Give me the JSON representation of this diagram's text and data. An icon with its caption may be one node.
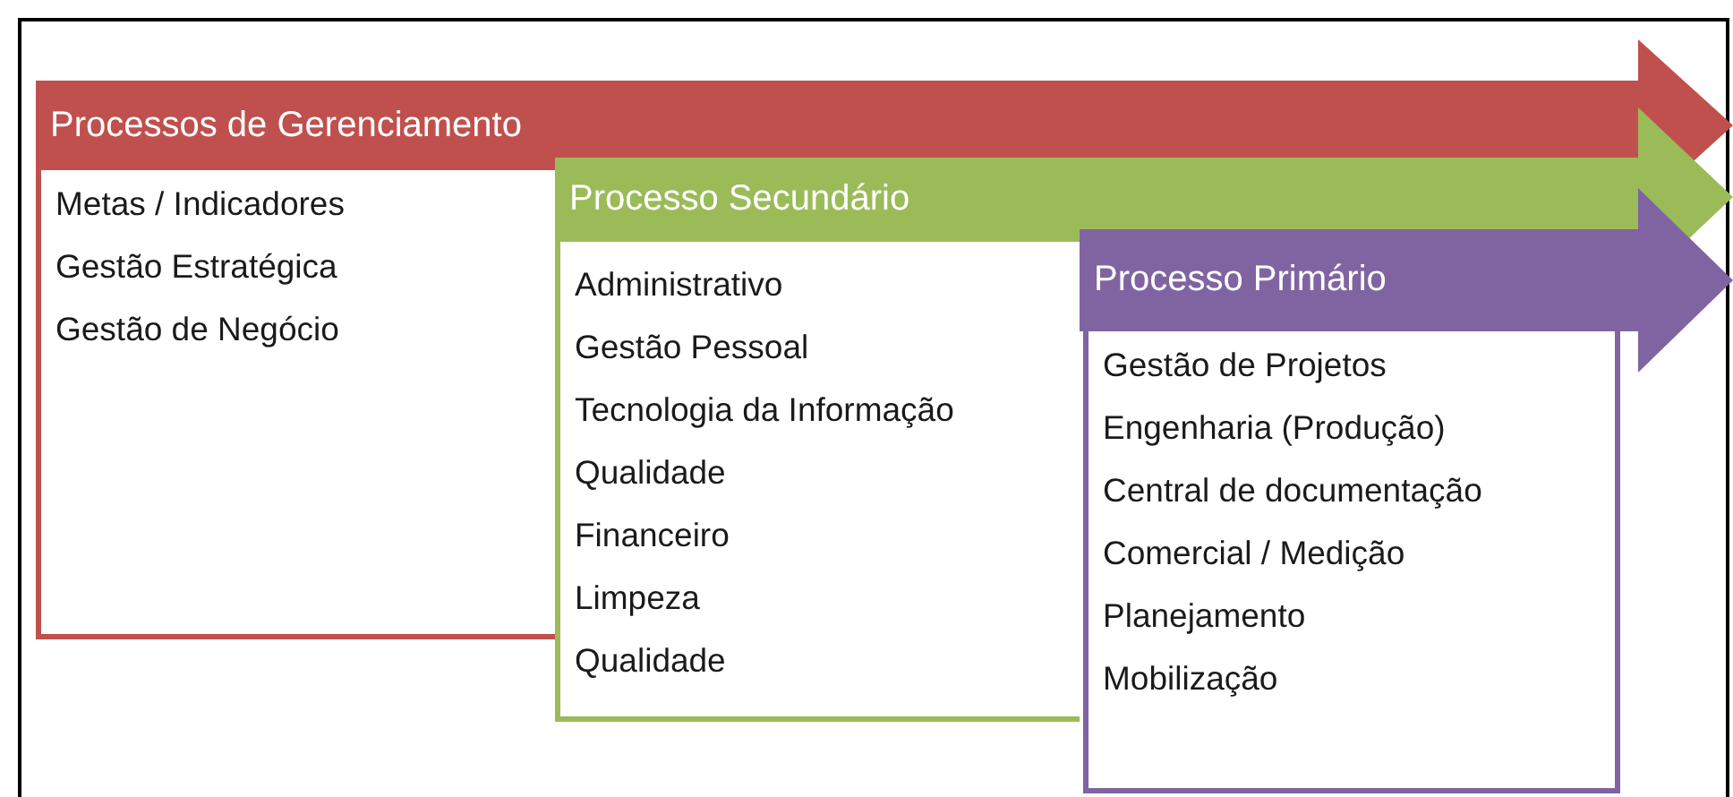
{
  "diagram": {
    "nodes": [
      {
        "text": [
          "Processos de Gerenciamento"
        ]
      },
      {
        "text": [
          "Metas / Indicadores",
          "Gestão Estratégica",
          "Gestão de Negócio"
        ]
      },
      {
        "text": [
          "Processo Secundário"
        ]
      },
      {
        "text": [
          "Administrativo",
          "Gestão Pessoal",
          "Tecnologia da Informação",
          "Qualidade",
          "Financeiro",
          "Limpeza",
          "Qualidade"
        ]
      },
      {
        "text": [
          "Processo Primário"
        ]
      },
      {
        "text": [
          "Gestão de Projetos",
          "Engenharia (Produção)",
          "Central de documentação",
          "Comercial / Medição",
          "Planejamento",
          "Mobilização"
        ]
      }
    ]
  }
}
